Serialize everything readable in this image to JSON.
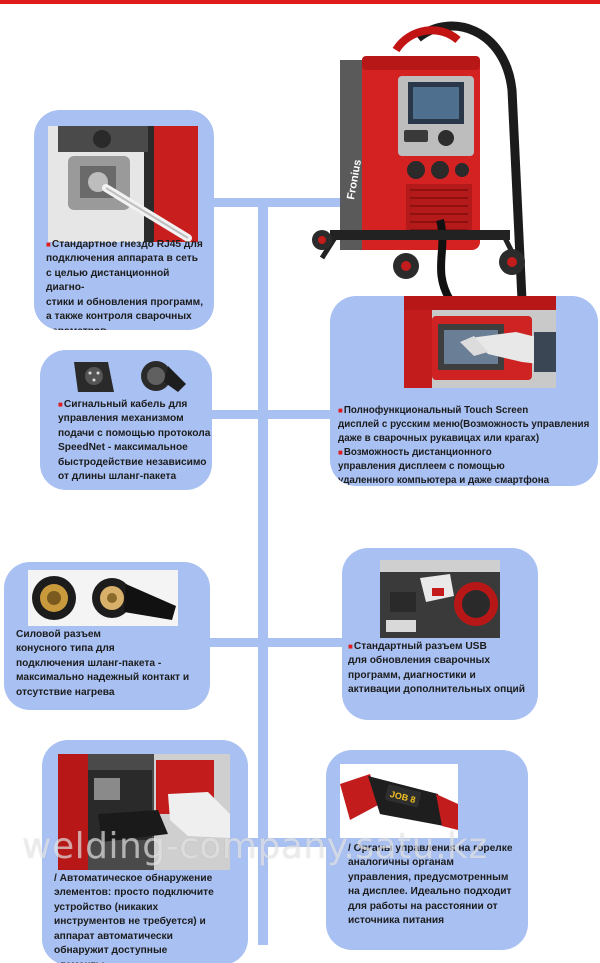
{
  "brand_label": "Fronius",
  "features": [
    {
      "id": "rj45",
      "bullet": "■",
      "text": "Стандартное гнездо  RJ45 для\n подключения аппарата в сеть\n с целью дистанционной диагно-\n стики и обновления программ,\n а также контроля сварочных\n  параметров"
    },
    {
      "id": "signal",
      "bullet": "■",
      "text": "Сигнальный кабель для\n управления механизмом\n подачи с помощью протокола\n SpeedNet  - максимальное\n быстродействие независимо\n от длины шланг-пакета"
    },
    {
      "id": "touch",
      "bullet": "■",
      "text": "Полнофункциональный Touch Screen\nдисплей с русским меню(Возможность управления\nдаже в  сварочных рукавицах или крагах)",
      "bullet2": "■",
      "text2": "Возможность дистанционного\nуправления дисплеем с помощью\n удаленного компьютера и даже смартфона"
    },
    {
      "id": "power",
      "bullet": "",
      "text": "Силовой разъем\n  конусного типа для\n подключения шланг-пакета  -\n максимально надежный контакт и\n отсутствие нагрева"
    },
    {
      "id": "usb",
      "bullet": "■",
      "text": "Стандартный  разъем USB\n для обновления  сварочных\n программ, диагностики  и\n активации дополнительных опций"
    },
    {
      "id": "auto",
      "bullet": "",
      "text": " / Автоматическое обнаружение\nэлементов: просто подключите\nустройство (никаких\nинструментов не требуется) и\nаппарат автоматически\nобнаружит доступные\nэлементы.."
    },
    {
      "id": "torch",
      "bullet": "",
      "text": " / Органы управления на горелке\nаналогичны органам\nуправления, предусмотренным\nна дисплее. Идеально подходит\nдля работы на расстоянии от\nисточника питания"
    }
  ],
  "torch_display": "JOB 8",
  "watermark": "welding-company.satu.kz",
  "colors": {
    "accent_red": "#e01d1d",
    "panel_blue": "#a9c0f2",
    "text": "#1c1c1c"
  }
}
